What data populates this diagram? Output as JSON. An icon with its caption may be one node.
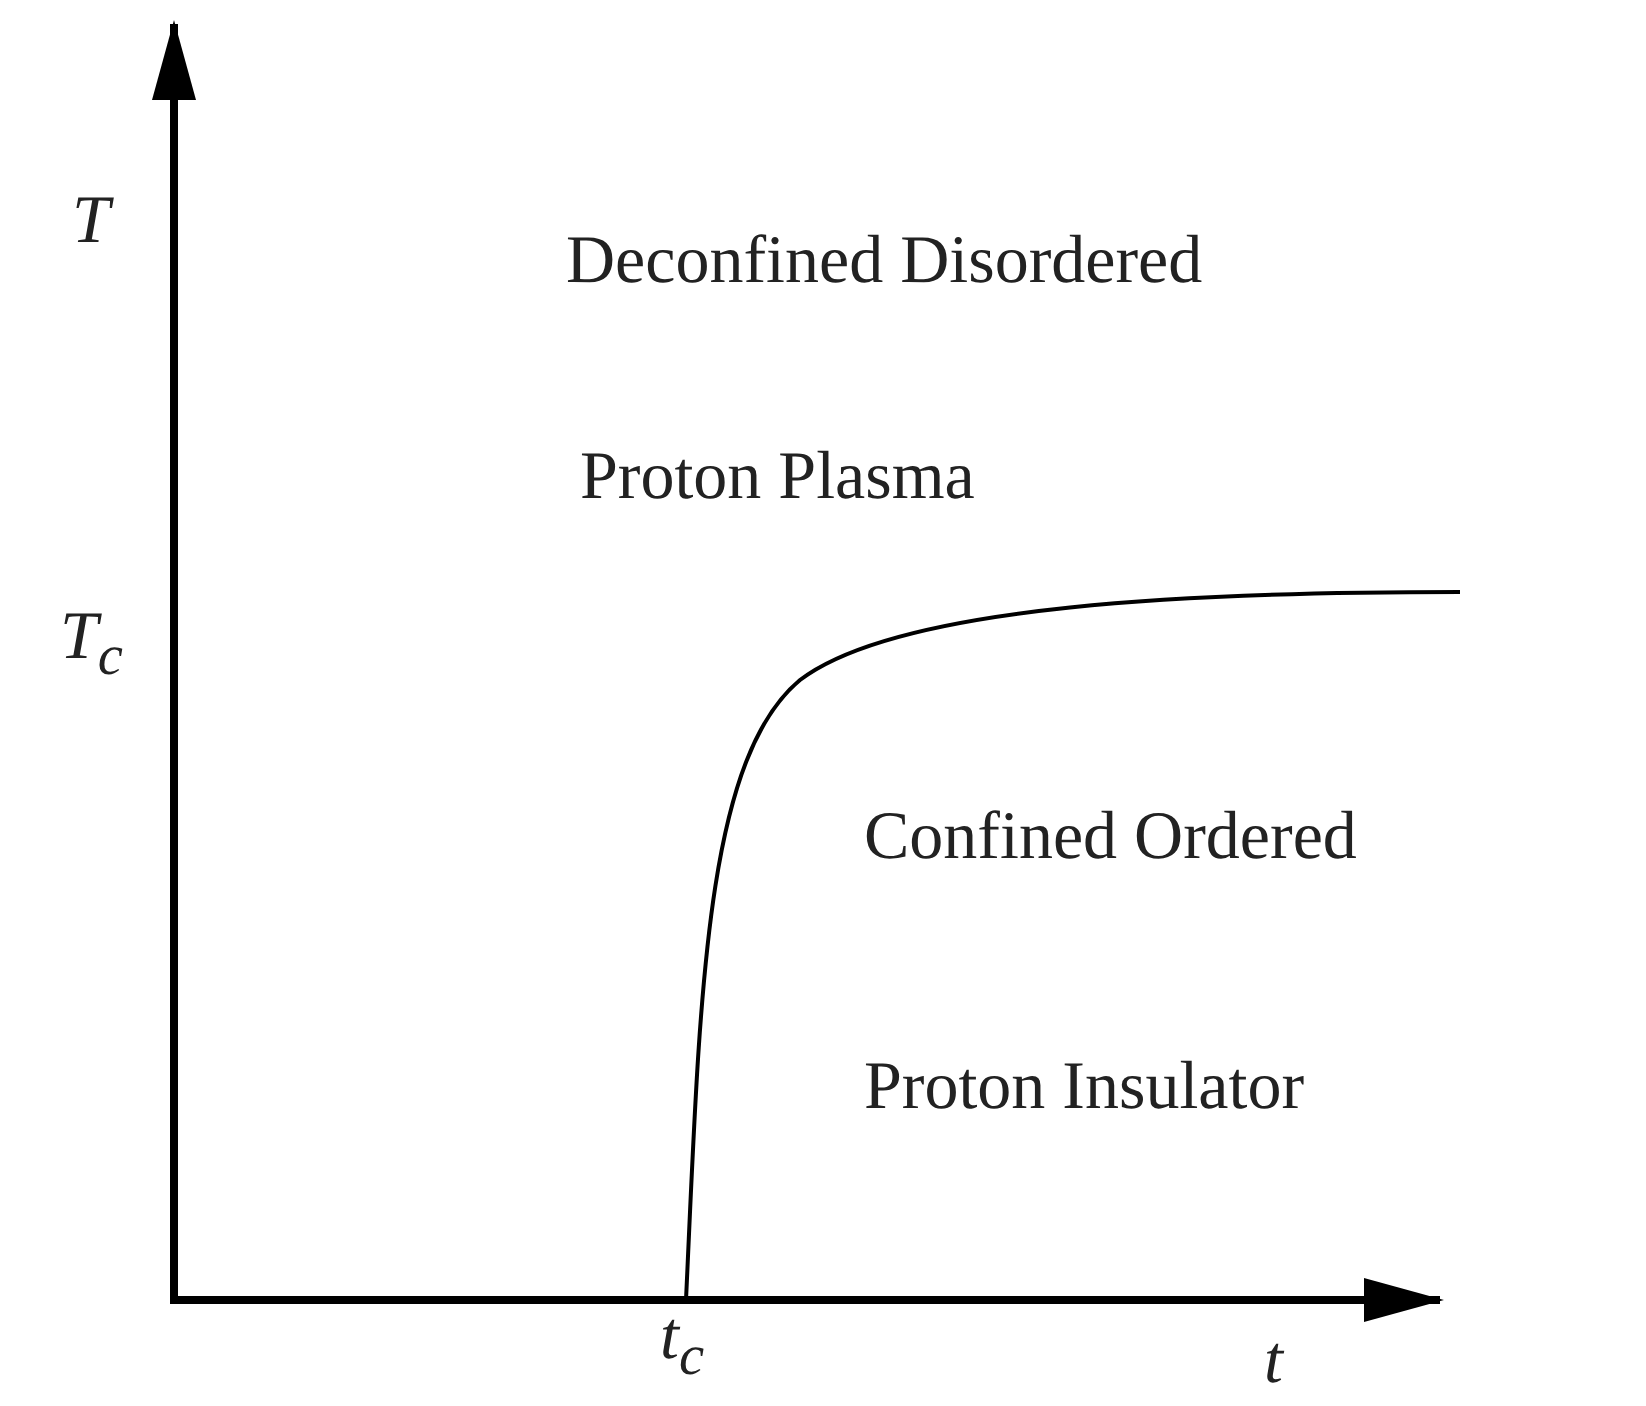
{
  "diagram": {
    "labels": [
      "T",
      "Deconfined Disordered",
      "Proton Plasma",
      "T$_{c}$",
      "Confined Ordered",
      "Proton Insulator",
      "t$_{c}$",
      "t"
    ]
  }
}
